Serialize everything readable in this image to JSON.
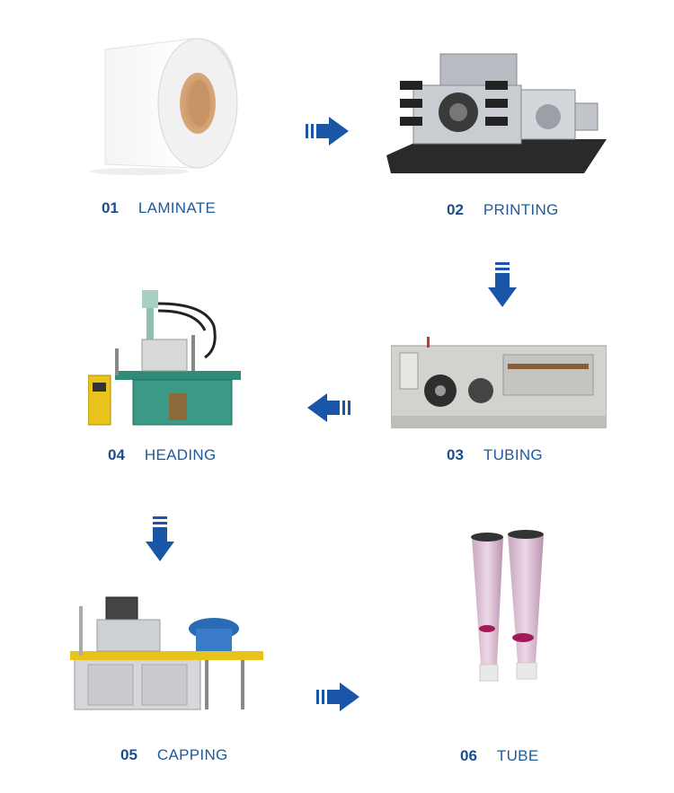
{
  "steps": [
    {
      "num": "01",
      "name": "LAMINATE"
    },
    {
      "num": "02",
      "name": "PRINTING"
    },
    {
      "num": "03",
      "name": "TUBING"
    },
    {
      "num": "04",
      "name": "HEADING"
    },
    {
      "num": "05",
      "name": "CAPPING"
    },
    {
      "num": "06",
      "name": "TUBE"
    }
  ],
  "colors": {
    "accent": "#1a4e8c",
    "arrow": "#1a56a8"
  }
}
